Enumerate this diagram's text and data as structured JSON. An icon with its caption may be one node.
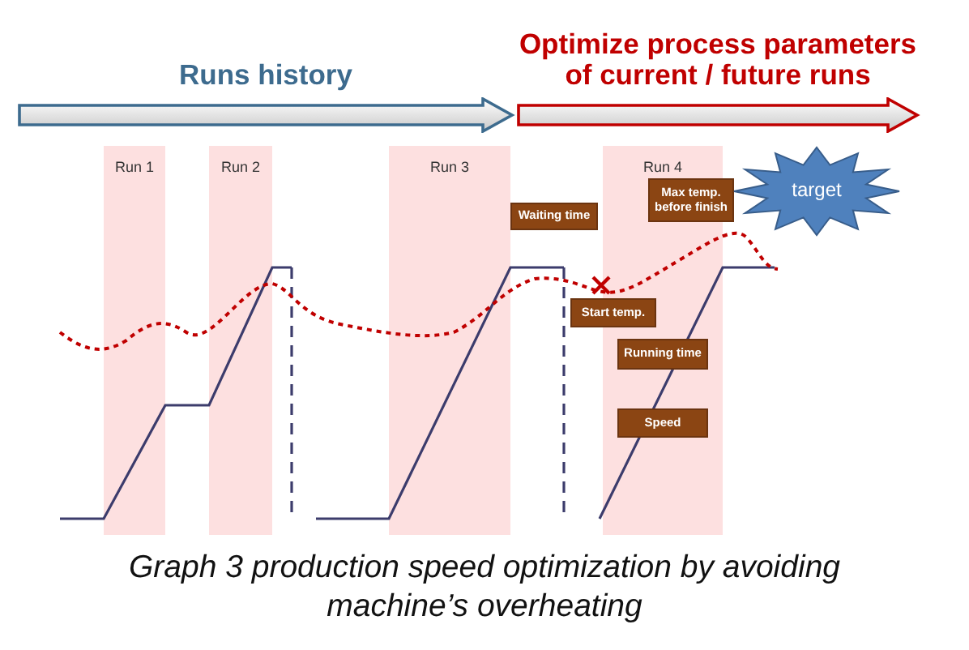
{
  "diagram": {
    "caption": "Graph 3 production speed optimization by avoiding machine’s overheating",
    "nodes": [
      {
        "text": [
          "Runs history"
        ]
      },
      {
        "text": [
          "Optimize process parameters of current / future runs"
        ]
      },
      {
        "text": [
          "Run 1"
        ]
      },
      {
        "text": [
          "Run 2"
        ]
      },
      {
        "text": [
          "Run 3"
        ]
      },
      {
        "text": [
          "Run 4"
        ]
      },
      {
        "text": [
          "Waiting time"
        ]
      },
      {
        "text": [
          "Max temp. before finish"
        ]
      },
      {
        "text": [
          "target"
        ]
      },
      {
        "text": [
          "Start temp."
        ]
      },
      {
        "text": [
          "Running time"
        ],
        "in": 5
      },
      {
        "text": [
          "Speed"
        ],
        "in": 5
      }
    ]
  }
}
